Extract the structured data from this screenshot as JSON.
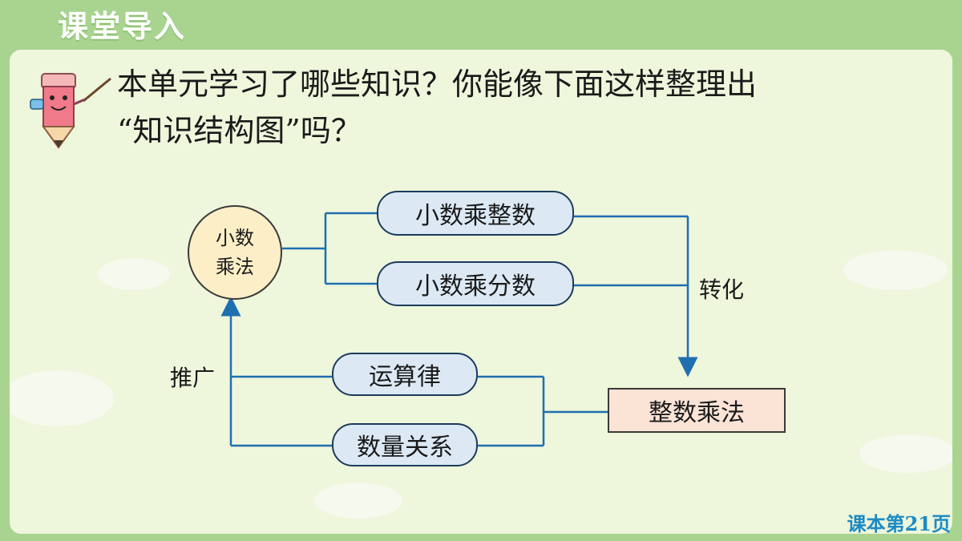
{
  "header": {
    "title": "课堂导入"
  },
  "question": {
    "line1": "本单元学习了哪些知识？你能像下面这样整理出",
    "line2": "“知识结构图”吗？"
  },
  "diagram": {
    "center": {
      "line1": "小数",
      "line2": "乘法"
    },
    "branch_top": "小数乘整数",
    "branch_bottom": "小数乘分数",
    "convert_label": "转化",
    "integer_mult": "整数乘法",
    "law": "运算律",
    "relation": "数量关系",
    "extend_label": "推广"
  },
  "footer": {
    "page_ref": "课本第21页"
  },
  "colors": {
    "line": "#1e6fb0",
    "pill_fill": "#dce9f5",
    "circle_fill": "#fcefc8",
    "rect_fill": "#fbe3d6"
  }
}
